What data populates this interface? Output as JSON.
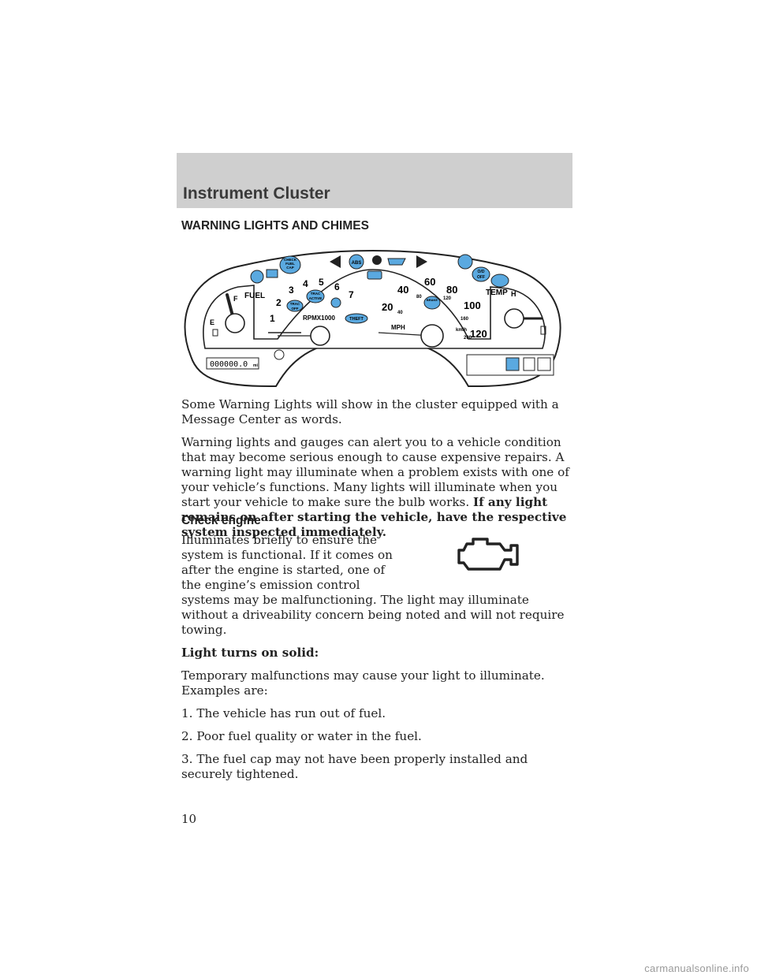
{
  "header": {
    "title": "Instrument Cluster"
  },
  "section": {
    "title": "WARNING LIGHTS AND CHIMES"
  },
  "cluster": {
    "fuel_label": "FUEL",
    "fuel_e": "E",
    "fuel_f": "F",
    "check_fuel_cap": [
      "CHECK",
      "FUEL",
      "CAP"
    ],
    "tach_numbers": [
      "1",
      "2",
      "3",
      "4",
      "5",
      "6",
      "7"
    ],
    "tach_unit": "RPMX1000",
    "trac_off": [
      "TRAC",
      "OFF"
    ],
    "trac_active": [
      "TRAC",
      "ACTIVE"
    ],
    "theft": "THEFT",
    "abs": "ABS",
    "speed_mph": [
      "20",
      "40",
      "60",
      "80",
      "100",
      "120"
    ],
    "speed_kmh": [
      "40",
      "80",
      "120",
      "160",
      "200"
    ],
    "mph_label": "MPH",
    "kmh_label": "km/h",
    "brake": "BRAKE",
    "od_off": [
      "O/D",
      "OFF"
    ],
    "temp_label": "TEMP",
    "temp_h": "H",
    "odometer": "000000.0",
    "odometer_unit": "mi"
  },
  "body": {
    "p1": "Some Warning Lights will show in the cluster equipped with a Message Center as words.",
    "p2_normal": "Warning lights and gauges can alert you to a vehicle condition that may become serious enough to cause expensive repairs. A warning light may illuminate when a problem exists with one of your vehicle’s functions. Many lights will illuminate when you start your vehicle to make sure the bulb works.",
    "p2_bold": "If any light remains on after starting the vehicle, have the respective system inspected immediately."
  },
  "check_engine": {
    "title": "Check engine",
    "line1": "Illuminates briefly to ensure the",
    "line2": "system is functional. If it comes on",
    "line3": "after the engine is started, one of",
    "line4": "the engine’s emission control",
    "rest": "systems may be malfunctioning. The light may illuminate without a driveability concern being noted and will not require towing.",
    "solid_label": "Light turns on solid:",
    "solid_intro": "Temporary malfunctions may cause your light to illuminate. Examples are:",
    "items": [
      "1. The vehicle has run out of fuel.",
      "2. Poor fuel quality or water in the fuel.",
      "3. The fuel cap may not have been properly installed and securely tightened."
    ]
  },
  "page": {
    "number": "10"
  },
  "watermark": "carmanualsonline.info"
}
